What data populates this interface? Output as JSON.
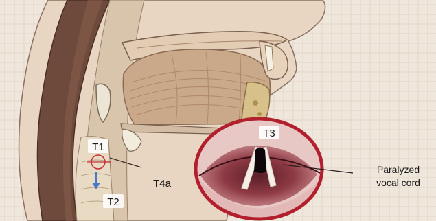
{
  "labels": {
    "t1": "T1",
    "t2": "T2",
    "t3": "T3",
    "t4a": "T4a",
    "callout_line1": "Paralyzed",
    "callout_line2": "vocal cord"
  },
  "colors": {
    "background": "#f3ece4",
    "skin": "#d9c2a8",
    "spine_dark": "#6e4a3c",
    "airway_beige": "#e6d6c0",
    "tongue": "#caa88a",
    "tongue_lines": "#b0896a",
    "larynx_ring": "#b2202e",
    "larynx_inner": "#7a2630",
    "vocal_cord": "#f4efe6",
    "tumor_marker": "#c4303a",
    "t2_arrow": "#4a78c8"
  }
}
